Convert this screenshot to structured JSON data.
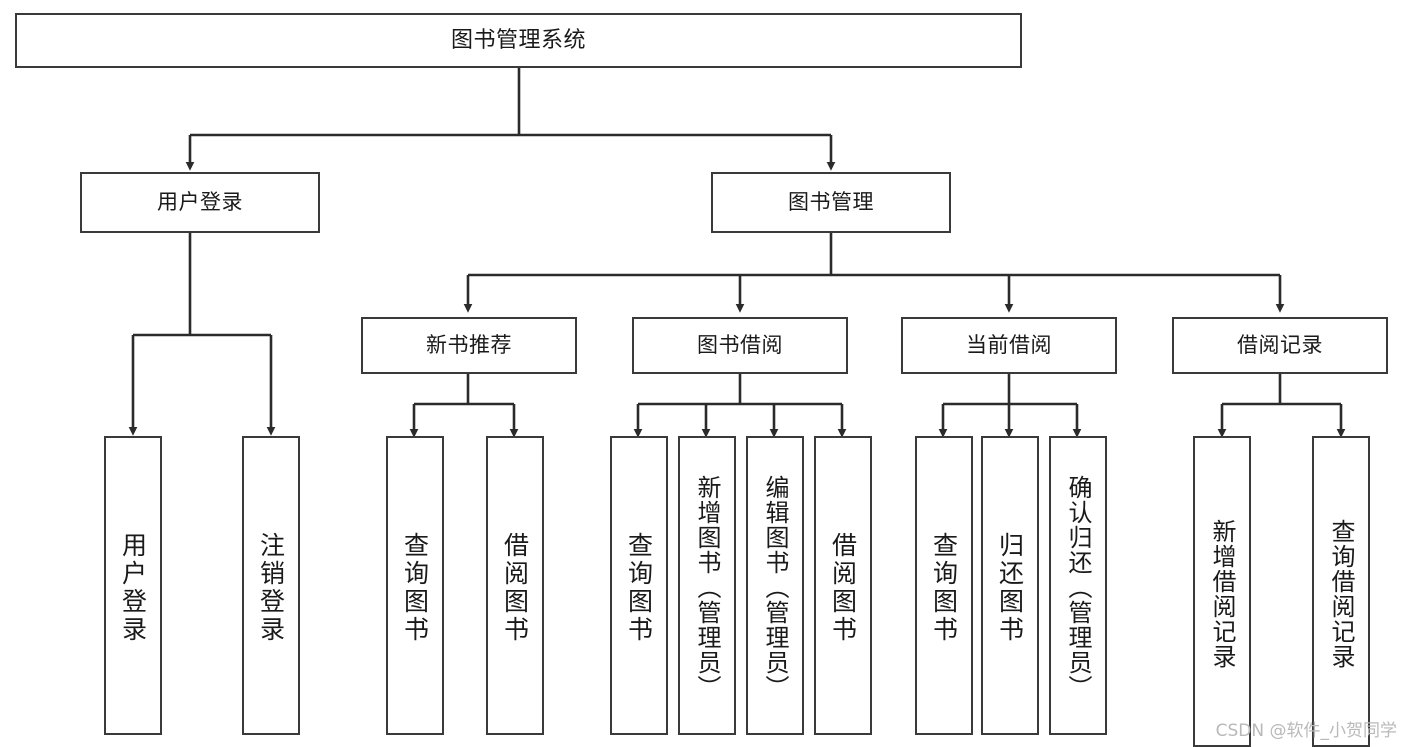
{
  "diagram": {
    "title": "图书管理系统",
    "type": "tree-hierarchy",
    "background": "#ffffff",
    "line_color": "#3a3a3a",
    "text_color": "#1a1a1a"
  },
  "root": {
    "label": "图书管理系统"
  },
  "level2": [
    {
      "label": "用户登录"
    },
    {
      "label": "图书管理"
    }
  ],
  "level3": [
    {
      "label": "新书推荐"
    },
    {
      "label": "图书借阅"
    },
    {
      "label": "当前借阅"
    },
    {
      "label": "借阅记录"
    }
  ],
  "leaves": {
    "user_login": [
      {
        "label": "用户登录"
      },
      {
        "label": "注销登录"
      }
    ],
    "new_book_recommend": [
      {
        "label": "查询图书"
      },
      {
        "label": "借阅图书"
      }
    ],
    "book_borrow": [
      {
        "label": "查询图书"
      },
      {
        "label": "新增图书（管理员）"
      },
      {
        "label": "编辑图书（管理员）"
      },
      {
        "label": "借阅图书"
      }
    ],
    "current_borrow": [
      {
        "label": "查询图书"
      },
      {
        "label": "归还图书"
      },
      {
        "label": "确认归还（管理员）"
      }
    ],
    "borrow_record": [
      {
        "label": "新增借阅记录"
      },
      {
        "label": "查询借阅记录"
      }
    ]
  },
  "watermark": {
    "text": "CSDN @软件_小贺同学"
  }
}
